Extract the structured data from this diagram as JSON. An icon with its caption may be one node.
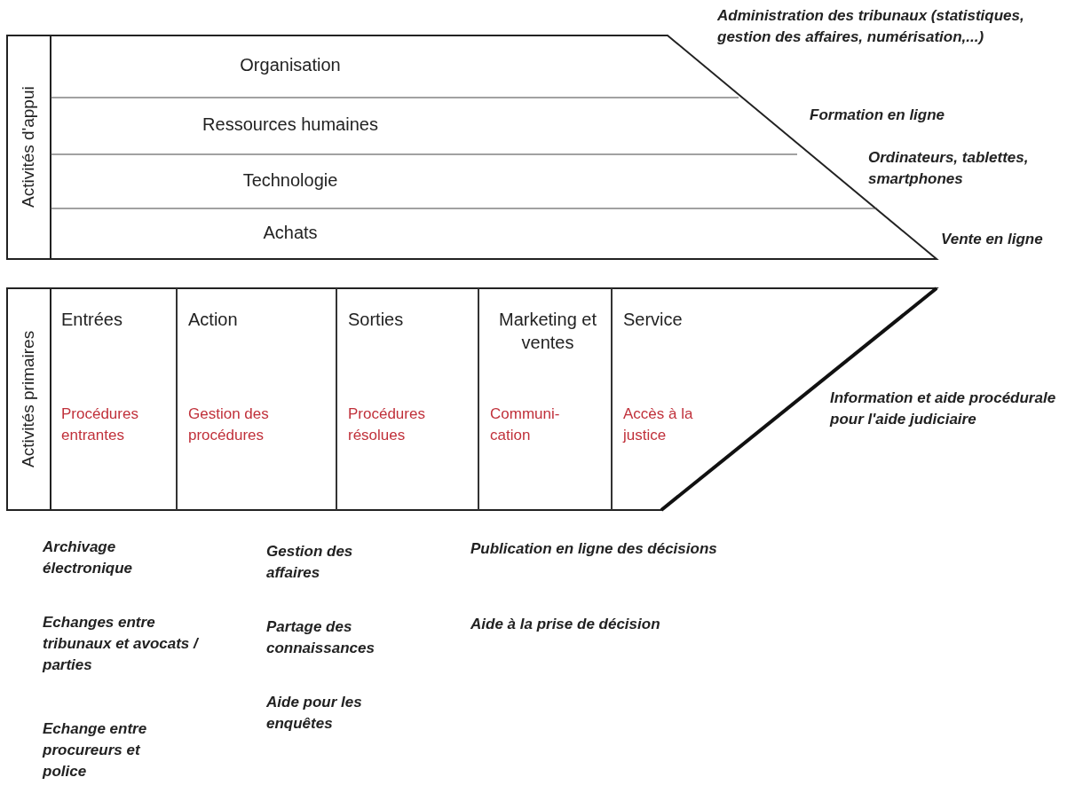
{
  "diagram": {
    "nodes": [
      {
        "text": [
          "Activités d'appui"
        ]
      },
      {
        "text": [
          "Organisation"
        ],
        "in": 0
      },
      {
        "text": [
          "Ressources humaines"
        ],
        "in": 0
      },
      {
        "text": [
          "Technologie"
        ],
        "in": 0
      },
      {
        "text": [
          "Achats"
        ],
        "in": 0
      },
      {
        "text": [
          "Activités primaires"
        ]
      },
      {
        "text": [
          "Entrées",
          "Procédures entrantes"
        ],
        "in": 5
      },
      {
        "text": [
          "Action",
          "Gestion des procédures"
        ],
        "in": 5
      },
      {
        "text": [
          "Sorties",
          "Procédures résolues"
        ],
        "in": 5
      },
      {
        "text": [
          "Marketing et ventes",
          "Communi- cation"
        ],
        "in": 5
      },
      {
        "text": [
          "Service",
          "Accès à la justice"
        ],
        "in": 5
      }
    ],
    "labels": [
      "Administration des tribunaux (statistiques, gestion des affaires, numérisation,...)",
      "Formation en ligne",
      "Ordinateurs, tablettes, smartphones",
      "Vente en ligne",
      "Information et aide procédurale pour l'aide judiciaire",
      "Archivage électronique",
      "Gestion des affaires",
      "Publication en ligne des décisions",
      "Echanges entre tribunaux et avocats / parties",
      "Partage des connaissances",
      "Aide à la prise de décision",
      "Aide pour les enquêtes",
      "Echange entre procureurs et police"
    ]
  }
}
